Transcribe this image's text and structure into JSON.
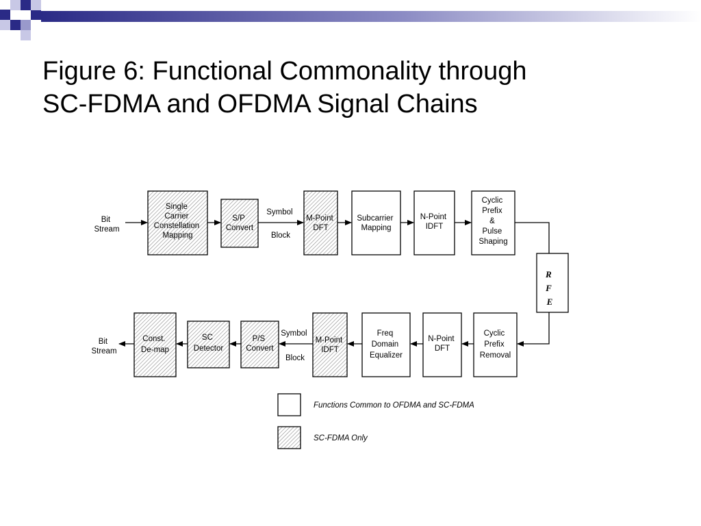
{
  "slide": {
    "title_lines": [
      "Figure 6: Functional Commonality through",
      "SC-FDMA and OFDMA Signal Chains"
    ],
    "accent_colors": [
      "#2a2a86",
      "#9999cc",
      "#c8c8e6"
    ]
  },
  "diagram": {
    "tx": {
      "input_label": [
        "Bit",
        "Stream"
      ],
      "blocks": [
        {
          "id": "sc-mapping",
          "lines": [
            "Single",
            "Carrier",
            "Constellation",
            "Mapping"
          ],
          "sc_fdma_only": true
        },
        {
          "id": "sp-convert",
          "lines": [
            "S/P",
            "Convert"
          ],
          "sc_fdma_only": true
        },
        {
          "id": "m-point-dft",
          "lines": [
            "M-Point",
            "DFT"
          ],
          "sc_fdma_only": true
        },
        {
          "id": "subcarrier-mapping",
          "lines": [
            "Subcarrier",
            "Mapping"
          ],
          "sc_fdma_only": false
        },
        {
          "id": "n-point-idft",
          "lines": [
            "N-Point",
            "IDFT"
          ],
          "sc_fdma_only": false
        },
        {
          "id": "cyclic-prefix-pulse",
          "lines": [
            "Cyclic",
            "Prefix",
            "&",
            "Pulse",
            "Shaping"
          ],
          "sc_fdma_only": false
        }
      ],
      "symbol_block_label": [
        "Symbol",
        "Block"
      ]
    },
    "rfe_letters": [
      "R",
      "F",
      "E"
    ],
    "rx": {
      "output_label": [
        "Bit",
        "Stream"
      ],
      "blocks": [
        {
          "id": "const-demap",
          "lines": [
            "Const.",
            "De-map"
          ],
          "sc_fdma_only": true
        },
        {
          "id": "sc-detector",
          "lines": [
            "SC",
            "Detector"
          ],
          "sc_fdma_only": true
        },
        {
          "id": "ps-convert",
          "lines": [
            "P/S",
            "Convert"
          ],
          "sc_fdma_only": true
        },
        {
          "id": "m-point-idft",
          "lines": [
            "M-Point",
            "IDFT"
          ],
          "sc_fdma_only": true
        },
        {
          "id": "freq-domain-equalizer",
          "lines": [
            "Freq",
            "Domain",
            "Equalizer"
          ],
          "sc_fdma_only": false
        },
        {
          "id": "n-point-dft",
          "lines": [
            "N-Point",
            "DFT"
          ],
          "sc_fdma_only": false
        },
        {
          "id": "cyclic-prefix-removal",
          "lines": [
            "Cyclic",
            "Prefix",
            "Removal"
          ],
          "sc_fdma_only": false
        }
      ],
      "symbol_block_label": [
        "Symbol",
        "Block"
      ]
    },
    "legend": [
      {
        "id": "common",
        "label": "Functions Common to OFDMA and SC-FDMA",
        "hatched": false
      },
      {
        "id": "sc-only",
        "label": "SC-FDMA Only",
        "hatched": true
      }
    ]
  }
}
